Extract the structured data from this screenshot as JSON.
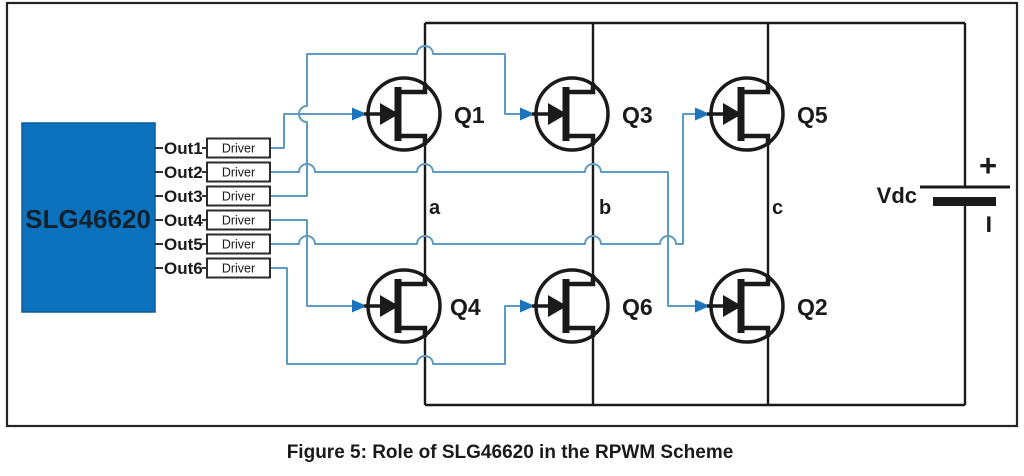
{
  "figure": {
    "caption": "Figure 5: Role of SLG46620 in the RPWM Scheme"
  },
  "chip": {
    "label": "SLG46620",
    "outputs": [
      "Out1",
      "Out2",
      "Out3",
      "Out4",
      "Out5",
      "Out6"
    ],
    "driver_label": "Driver"
  },
  "transistors": {
    "q1": "Q1",
    "q3": "Q3",
    "q5": "Q5",
    "q4": "Q4",
    "q6": "Q6",
    "q2": "Q2"
  },
  "phase_nodes": [
    "a",
    "b",
    "c"
  ],
  "battery": {
    "label": "Vdc",
    "plus": "+",
    "minus": "−"
  },
  "colors": {
    "chip_fill": "#0d72bd",
    "signal_wire": "#5e9bc0",
    "arrow_blue": "#1b75bc",
    "circuit_black": "#1a1a1a"
  }
}
